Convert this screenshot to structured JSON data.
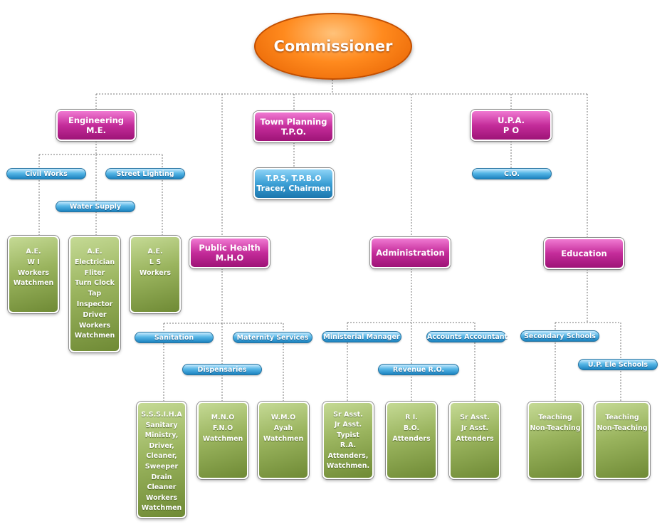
{
  "root": "Commissioner",
  "departments": {
    "engineering": [
      "Engineering",
      "M.E."
    ],
    "town_planning": [
      "Town Planning",
      "T.P.O."
    ],
    "upa": [
      "U.P.A.",
      "P O"
    ],
    "public_health": [
      "Public Health",
      "M.H.O"
    ],
    "administration": [
      "Administration"
    ],
    "education": [
      "Education"
    ]
  },
  "sections": {
    "civil_works": "Civil Works",
    "street_lighting": "Street Lighting",
    "water_supply": "Water Supply",
    "co": "C.O.",
    "sanitation": "Sanitation",
    "maternity_services": "Maternity Services",
    "dispensaries": "Dispensaries",
    "ministerial_manager": "Ministerial Manager",
    "accounts_accountant": "Accounts Accountant",
    "revenue_ro": "Revenue R.O.",
    "secondary_schools": "Secondary Schools",
    "up_ele_schools": "U.P. Ele Schools"
  },
  "town_planning_staff": [
    "T.P.S, T.P.B.O",
    "Tracer, Chairmen"
  ],
  "staff": {
    "civil_works": [
      "A.E.",
      "W I",
      "Workers",
      "Watchmen"
    ],
    "water_supply": [
      "A.E.",
      "Electrician",
      "Fliter",
      "Turn Clock",
      "Tap",
      "Inspector",
      "Driver",
      "Workers",
      "Watchmen"
    ],
    "street_lighting": [
      "A.E.",
      "L S",
      "Workers"
    ],
    "sanitation": [
      "S.S.S.I.H.A",
      "Sanitary",
      "Ministry,",
      "Driver,",
      "Cleaner,",
      "Sweeper",
      "Drain",
      "Cleaner",
      "Workers",
      "Watchmen"
    ],
    "dispensaries": [
      "M.N.O",
      "F.N.O",
      "Watchmen"
    ],
    "maternity_services": [
      "W.M.O",
      "Ayah",
      "Watchmen"
    ],
    "ministerial_manager": [
      "Sr Asst.",
      "Jr Asst.",
      "Typist",
      "R.A.",
      "Attenders,",
      "Watchmen."
    ],
    "revenue_ro": [
      "R I.",
      "B.O.",
      "Attenders"
    ],
    "accounts_accountant": [
      "Sr Asst.",
      "Jr Asst.",
      "Attenders"
    ],
    "secondary_schools": [
      "Teaching",
      "Non-Teaching"
    ],
    "up_ele_schools": [
      "Teaching",
      "Non-Teaching"
    ]
  }
}
